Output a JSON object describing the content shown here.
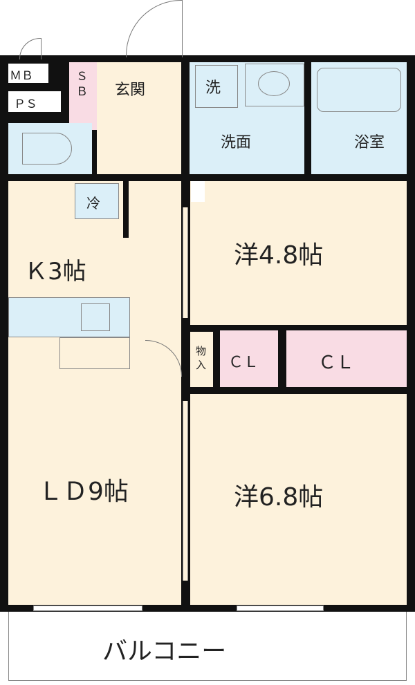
{
  "rooms": {
    "mb": "ＭＢ",
    "ps": "ＰＳ",
    "sb": "Ｓ\nＢ",
    "entrance": "玄関",
    "washer": "洗",
    "washroom": "洗面",
    "bath": "浴室",
    "fridge": "冷",
    "kitchen": "Ｋ3帖",
    "western_room_1": "洋4.8帖",
    "storage": "物\n入",
    "closet_1": "ＣＬ",
    "closet_2": "ＣＬ",
    "living_dining": "ＬＤ9帖",
    "western_room_2": "洋6.8帖",
    "balcony": "バルコニー"
  },
  "colors": {
    "wet_area": "#dbeff8",
    "living_area": "#fdf2dc",
    "storage_area": "#f9dce4",
    "wall": "#111111"
  }
}
